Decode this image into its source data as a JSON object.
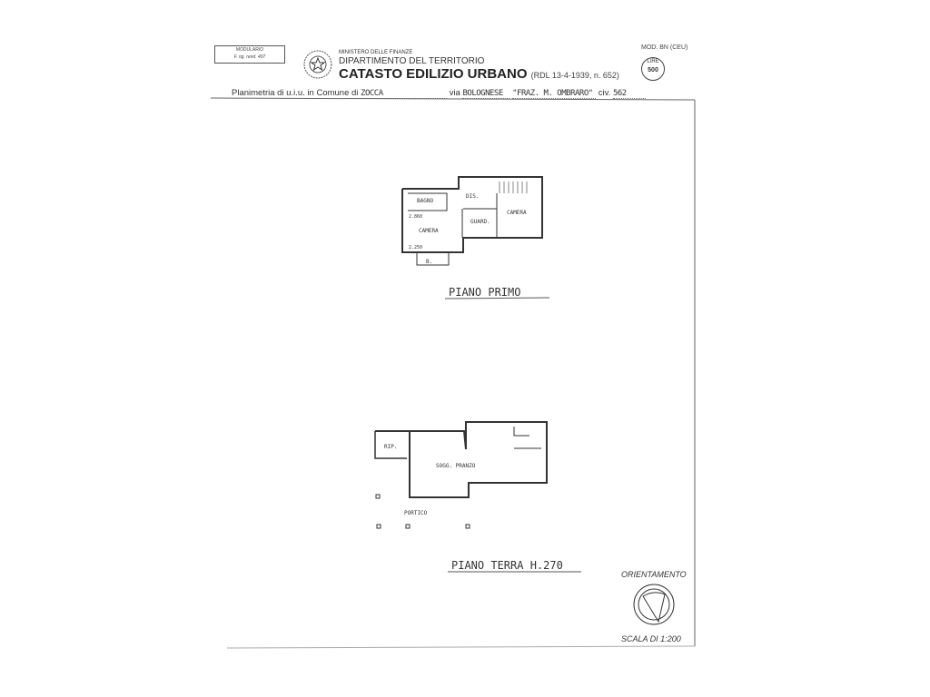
{
  "header": {
    "modulario": "MODULARIO",
    "modulario_ref": "F. rig. rend. 497",
    "ministry": "MINISTERO DELLE FINANZE",
    "department": "DIPARTIMENTO DEL TERRITORIO",
    "title": "CATASTO EDILIZIO URBANO",
    "law_ref": "(RDL 13-4-1939, n. 652)",
    "model": "MOD. BN (CEU)",
    "stamp_label": "LIRE",
    "stamp_value": "500"
  },
  "address": {
    "prefix": "Planimetria di u.i.u. in Comune di",
    "comune": "ZOCCA",
    "via_label": "via",
    "via": "BOLOGNESE",
    "frazione": "\"FRAZ. M. OMBRARO\"",
    "civ_label": "civ.",
    "civ": "562"
  },
  "first_floor": {
    "title": "PIANO PRIMO",
    "rooms": [
      "BAGNO",
      "DIS.",
      "CAMERA",
      "GUARD.",
      "CAMERA",
      "B."
    ],
    "heights": [
      "2.860",
      "2.250"
    ]
  },
  "ground_floor": {
    "title": "PIANO TERRA H.270",
    "rooms": [
      "RIP.",
      "SOGG. PRANZO",
      "PORTICO"
    ]
  },
  "orientation_label": "ORIENTAMENTO",
  "scale": {
    "label": "SCALA DI 1:",
    "value": "200"
  }
}
